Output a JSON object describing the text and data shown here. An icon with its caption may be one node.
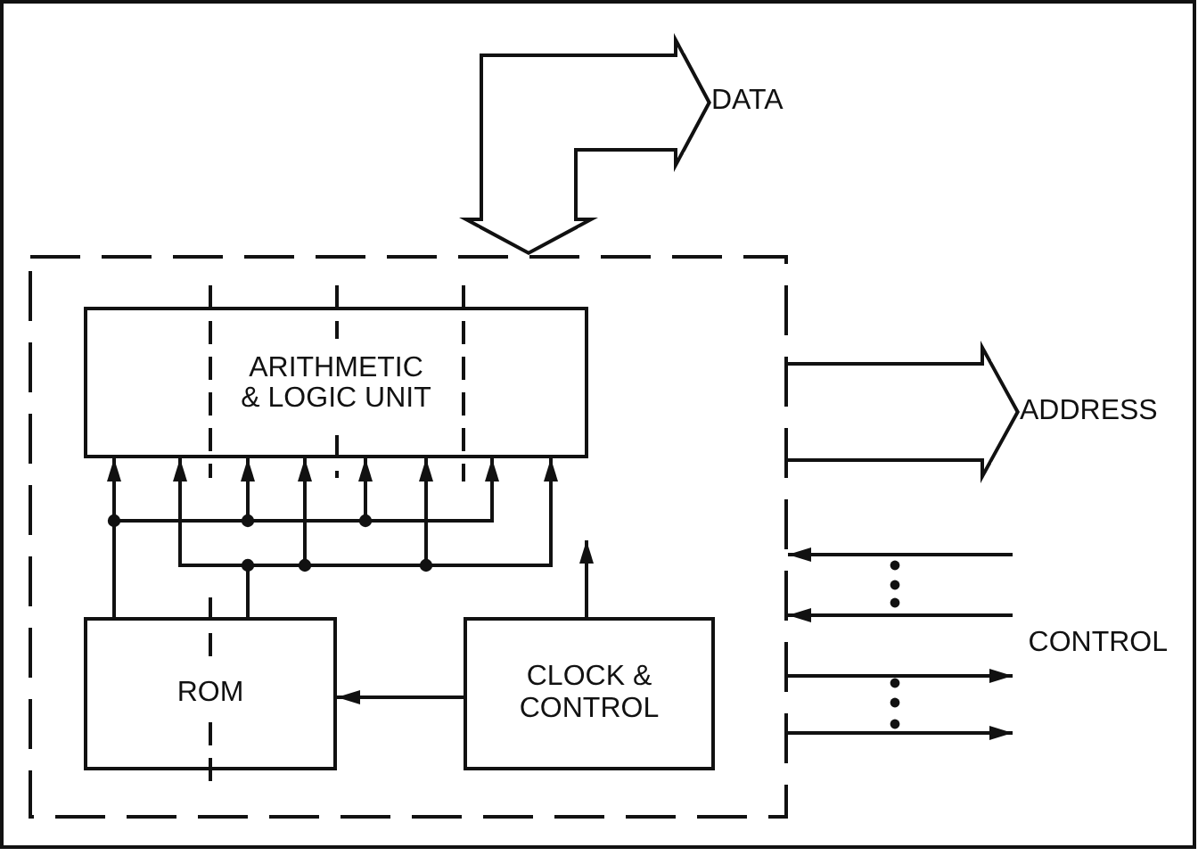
{
  "diagram": {
    "nodes": [
      {
        "text": [
          "DATA"
        ]
      },
      {
        "text": [],
        "shape": "box"
      },
      {
        "text": [
          "ARITHMETIC & LOGIC UNIT"
        ],
        "in": 1
      },
      {
        "text": [
          "ADDRESS"
        ]
      },
      {
        "text": [
          "ROM"
        ],
        "in": 1
      },
      {
        "text": [
          "CLOCK & CONTROL"
        ],
        "in": 1
      },
      {
        "text": [
          "CONTROL"
        ]
      }
    ],
    "edges": [
      {
        "from": 1,
        "to": 0,
        "arrow": "both",
        "style": "thick"
      },
      {
        "from": 4,
        "to": 2,
        "arrow": "to"
      },
      {
        "from": 4,
        "to": 2,
        "arrow": "to"
      },
      {
        "from": 4,
        "to": 2,
        "arrow": "to"
      },
      {
        "from": 4,
        "to": 2,
        "arrow": "to"
      },
      {
        "from": 4,
        "to": 2,
        "arrow": "to"
      },
      {
        "from": 4,
        "to": 2,
        "arrow": "to"
      },
      {
        "from": 4,
        "to": 2,
        "arrow": "to"
      },
      {
        "from": 4,
        "to": 2,
        "arrow": "to"
      },
      {
        "from": 1,
        "to": 3,
        "arrow": "to",
        "style": "thick"
      },
      {
        "from": 6,
        "to": 1,
        "arrow": "to"
      },
      {
        "from": 6,
        "to": 1,
        "arrow": "to"
      },
      {
        "from": 1,
        "to": 6,
        "arrow": "to"
      },
      {
        "from": 1,
        "to": 6,
        "arrow": "to"
      },
      {
        "from": 5,
        "to": null,
        "arrow": "to"
      },
      {
        "from": 5,
        "to": 4,
        "arrow": "to"
      }
    ]
  }
}
